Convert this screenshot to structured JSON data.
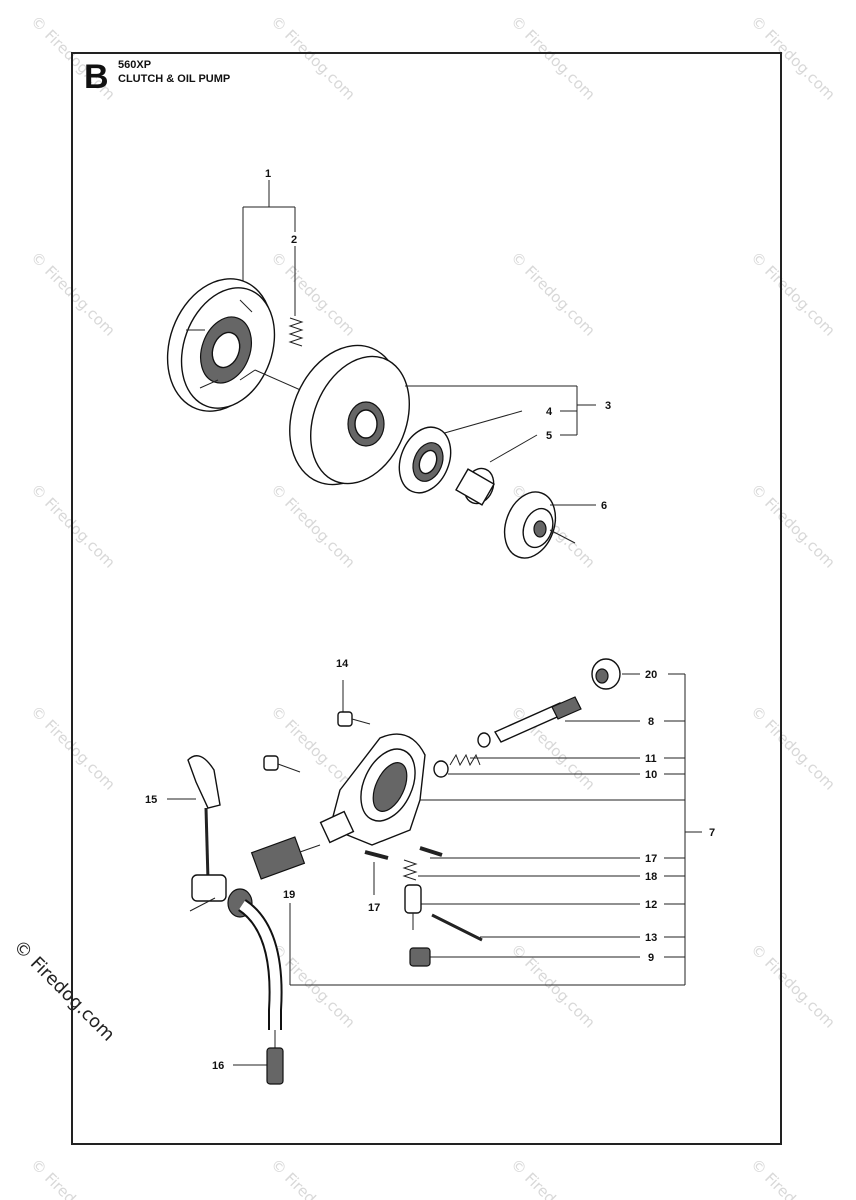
{
  "header": {
    "section_letter": "B",
    "model": "560XP",
    "title": "CLUTCH & OIL PUMP"
  },
  "watermark": {
    "text": "© Firedog.com"
  },
  "copyright": {
    "text": "© Firedog.com"
  },
  "callouts": {
    "c1": "1",
    "c2": "2",
    "c3": "3",
    "c4": "4",
    "c5": "5",
    "c6": "6",
    "c7": "7",
    "c8": "8",
    "c9": "9",
    "c10": "10",
    "c11": "11",
    "c12": "12",
    "c13": "13",
    "c14": "14",
    "c15": "15",
    "c16": "16",
    "c17a": "17",
    "c17b": "17",
    "c18": "18",
    "c19": "19",
    "c20": "20"
  }
}
